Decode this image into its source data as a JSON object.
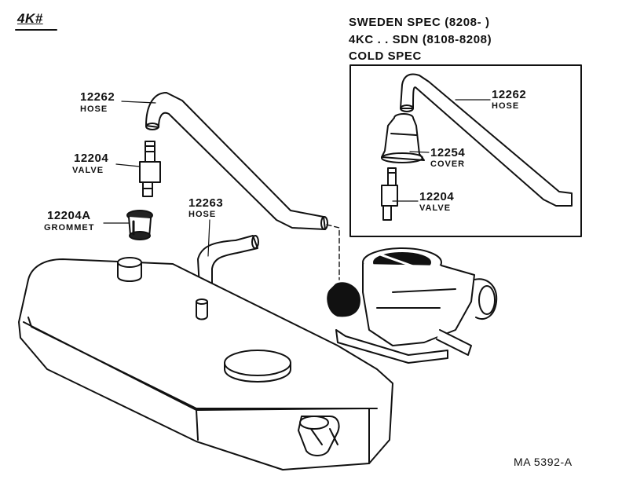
{
  "header": {
    "model_code": "4K#"
  },
  "spec_box": {
    "line1": "SWEDEN SPEC (8208-        )",
    "line2": "4KC . . SDN (8108-8208)",
    "line3": "COLD SPEC"
  },
  "parts": {
    "hose_main": {
      "number": "12262",
      "name": "HOSE"
    },
    "valve_main": {
      "number": "12204",
      "name": "VALVE"
    },
    "grommet": {
      "number": "12204A",
      "name": "GROMMET"
    },
    "hose_small": {
      "number": "12263",
      "name": "HOSE"
    },
    "hose_box": {
      "number": "12262",
      "name": "HOSE"
    },
    "cover_box": {
      "number": "12254",
      "name": "COVER"
    },
    "valve_box": {
      "number": "12204",
      "name": "VALVE"
    }
  },
  "footer": {
    "diagram_code": "MA 5392-A"
  }
}
